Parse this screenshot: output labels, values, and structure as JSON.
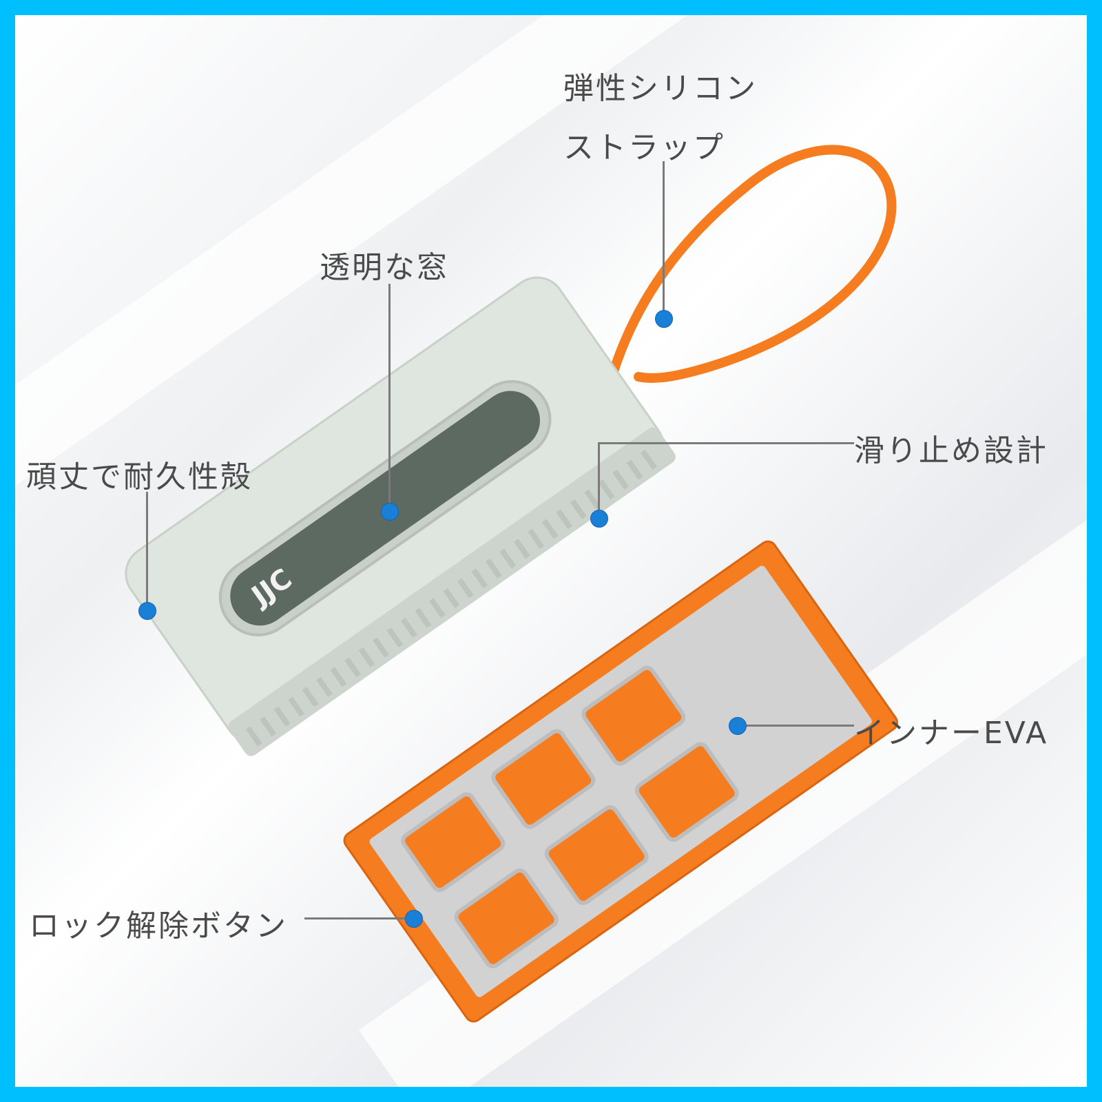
{
  "product": {
    "brand_mark": "JJC",
    "colors": {
      "frame_border": "#00bfff",
      "shell": "#dfe6df",
      "strap": "#f57c1f",
      "tray": "#f57c1f",
      "eva_insert": "#cfcfcf",
      "callout_dot": "#1a7fd6",
      "label_text": "#4a4a4a"
    }
  },
  "callouts": [
    {
      "id": "strap",
      "lines": [
        "弾性シリコン",
        "ストラップ"
      ]
    },
    {
      "id": "window",
      "text": "透明な窓"
    },
    {
      "id": "shell",
      "text": "頑丈で耐久性殻"
    },
    {
      "id": "antislip",
      "text": "滑り止め設計"
    },
    {
      "id": "eva",
      "text": "インナーEVA"
    },
    {
      "id": "lock",
      "text": "ロック解除ボタン"
    }
  ]
}
